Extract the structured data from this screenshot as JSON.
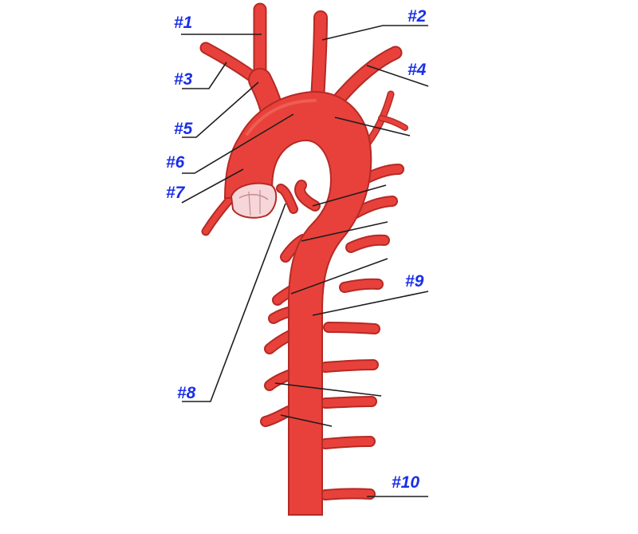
{
  "labels": [
    {
      "id": "1",
      "text": "#1"
    },
    {
      "id": "2",
      "text": "#2"
    },
    {
      "id": "3",
      "text": "#3"
    },
    {
      "id": "4",
      "text": "#4"
    },
    {
      "id": "5",
      "text": "#5"
    },
    {
      "id": "6",
      "text": "#6"
    },
    {
      "id": "7",
      "text": "#7"
    },
    {
      "id": "8",
      "text": "#8"
    },
    {
      "id": "9",
      "text": "#9"
    },
    {
      "id": "10",
      "text": "#10"
    }
  ],
  "colors": {
    "vessel": "#e8413b",
    "vessel_dark": "#b52a24",
    "vessel_highlight": "#f26a5c",
    "valve": "#f6d6d8",
    "leader_line": "#1e1e1e",
    "label_text": "#1a2fe6"
  }
}
